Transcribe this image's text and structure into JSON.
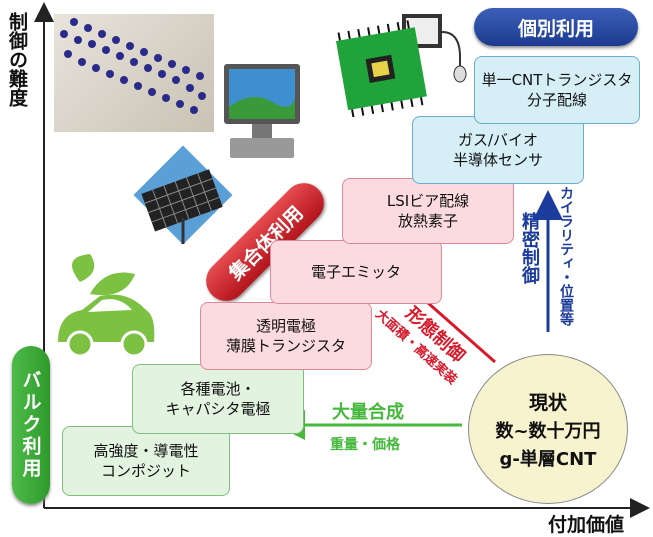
{
  "axes": {
    "y_label": "制御の難度",
    "x_label": "付加価値"
  },
  "badges": {
    "individual": "個別利用",
    "collective": "集合体利用",
    "bulk": "バルク利用"
  },
  "boxes": {
    "high_strength": "高強度・導電性\nコンポジット",
    "batteries": "各種電池・\nキャパシタ電極",
    "transparent": "透明電極\n薄膜トランジスタ",
    "emitter": "電子エミッタ",
    "lsi": "LSIビア配線\n放熱素子",
    "gas_bio": "ガス/バイオ\n半導体センサ",
    "single_cnt": "単一CNTトランジスタ\n分子配線"
  },
  "arrows": {
    "mass_synthesis": "大量合成",
    "weight_price": "重量・価格",
    "morphology_control": "形態制御",
    "large_area": "大面積・高速実装",
    "precision_control": "精密制御",
    "chirality_position": "カイラリティ・位置等"
  },
  "status": {
    "title": "現状",
    "line1": "数~数十万円",
    "line2": "g-単層CNT"
  },
  "colors": {
    "green_text": "#46b83c",
    "red_text": "#d8192b",
    "blue_text": "#1d3d9c",
    "badge_blue": "#1c3b8f",
    "badge_red": "#c9181f",
    "badge_green": "#2f9a2c"
  }
}
